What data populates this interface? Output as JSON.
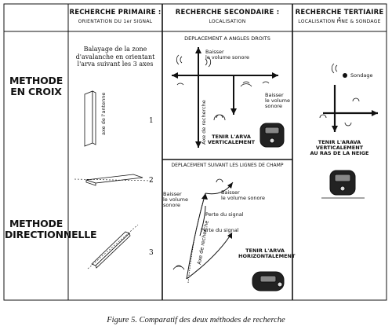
{
  "headers": {
    "primary": {
      "title": "RECHERCHE PRIMAIRE :",
      "subtitle": "ORIENTATION DU 1er SIGNAL"
    },
    "secondary": {
      "title": "RECHERCHE SECONDAIRE :",
      "subtitle": "LOCALISATION"
    },
    "tertiary": {
      "title": "RECHERCHE TERTIAIRE :",
      "subtitle": "LOCALISATION FINE & SONDAGE"
    }
  },
  "rows": {
    "cross": [
      "METHODE",
      "EN CROIX"
    ],
    "directional": [
      "METHODE",
      "DIRECTIONNELLE"
    ]
  },
  "primary": {
    "instruction": [
      "Balayage de la zone",
      "d'avalanche en orientant",
      "l'arva suivant les 3 axes"
    ],
    "antenna_label": "axe de l'antenne",
    "steps": [
      "1",
      "2",
      "3"
    ]
  },
  "secondary_cross": {
    "title": "DEPLACEMENT A ANGLES DROITS",
    "lower_volume_top": [
      "Baisser",
      "le volume sonore"
    ],
    "lower_volume_right": [
      "Baisser",
      "le volume",
      "sonore"
    ],
    "search_axis": "Axe de recherche",
    "hold": [
      "TENIR L'ARVA",
      "VERTICALEMENT"
    ]
  },
  "secondary_directional": {
    "title": "DEPLACEMENT SUIVANT LES LIGNES DE CHAMP",
    "lower_volume_a": [
      "Baisser",
      "le volume",
      "sonore"
    ],
    "lower_volume_b": [
      "Baisser",
      "le volume sonore"
    ],
    "signal_loss_a": "Perte du signal",
    "signal_loss_b": "Perte du signal",
    "search_axis": "Axe de recherche",
    "hold": [
      "TENIR L'ARVA",
      "HORIZONTALEMENT"
    ]
  },
  "tertiary": {
    "probe": "Sondage",
    "hold": [
      "TENIR L'ARAVA",
      "VERTICALEMENT",
      "AU RAS DE LA NEIGE"
    ]
  },
  "caption": "Figure 5. Comparatif des deux méthodes de recherche"
}
